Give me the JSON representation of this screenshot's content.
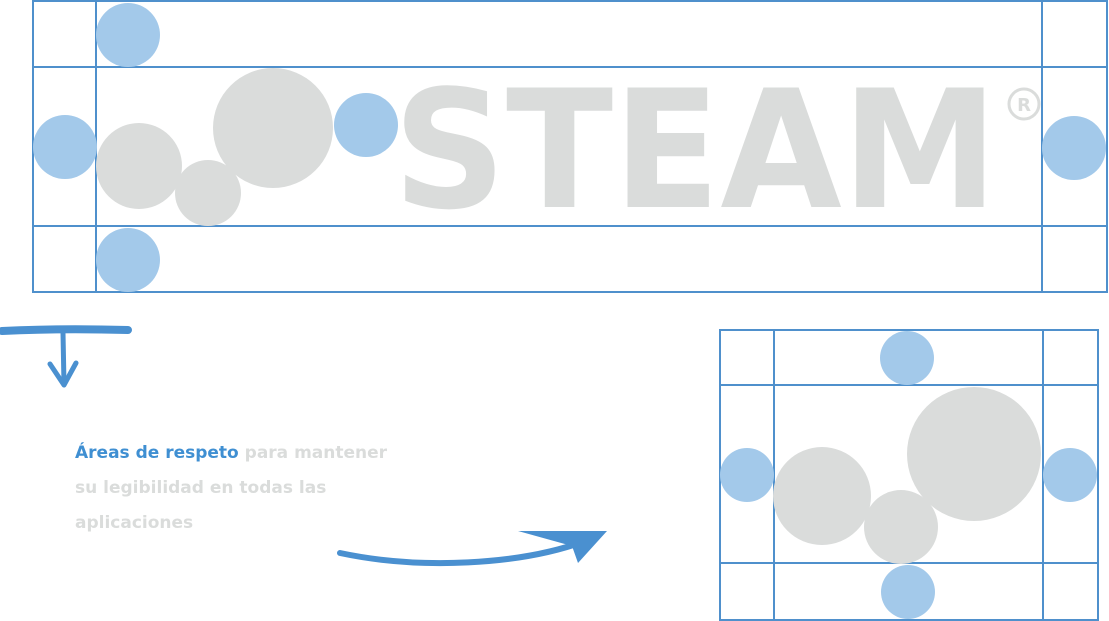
{
  "wordmark": {
    "text": "STEAM",
    "registered_mark": "®"
  },
  "caption": {
    "highlight": "Áreas de respeto",
    "rest": "para mantener su legibilidad en todas las aplicaciones"
  },
  "colors": {
    "guide_line": "#4f90cc",
    "clearance_circle": "#a3c9ea",
    "logo_gray": "#dadcdb",
    "accent_text": "#3f8fd2",
    "arrow": "#4a90d0"
  }
}
